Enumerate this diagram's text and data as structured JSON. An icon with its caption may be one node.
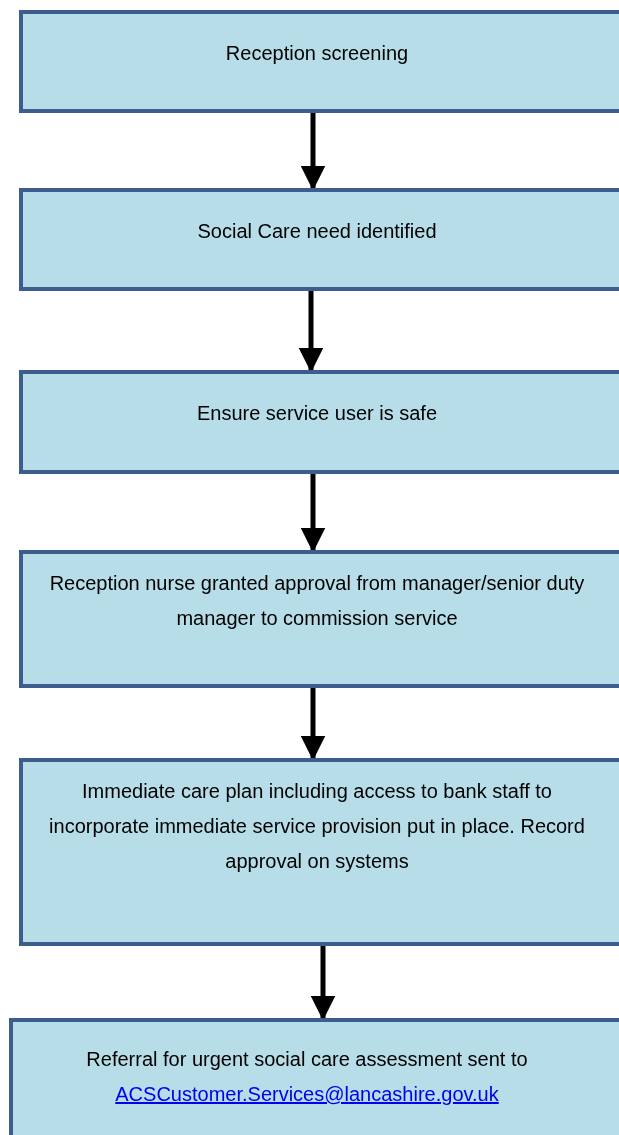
{
  "diagram": {
    "nodes": [
      {
        "text": [
          "Reception screening"
        ]
      },
      {
        "text": [
          "Social Care need identified"
        ]
      },
      {
        "text": [
          "Ensure service user is safe"
        ]
      },
      {
        "text": [
          "Reception nurse granted approval from manager/senior duty manager to commission service"
        ]
      },
      {
        "text": [
          "Immediate care plan including access to bank staff to incorporate immediate service provision put in place. Record approval on systems"
        ]
      },
      {
        "text": [
          "Referral for urgent social care assessment sent to",
          "ACSCustomer.Services@lancashire.gov.uk"
        ]
      }
    ],
    "edges": [
      {
        "from": 0,
        "to": 1,
        "arrow": "to"
      },
      {
        "from": 1,
        "to": 2,
        "arrow": "to"
      },
      {
        "from": 2,
        "to": 3,
        "arrow": "to"
      },
      {
        "from": 3,
        "to": 4,
        "arrow": "to"
      },
      {
        "from": 4,
        "to": 5,
        "arrow": "to"
      }
    ]
  }
}
